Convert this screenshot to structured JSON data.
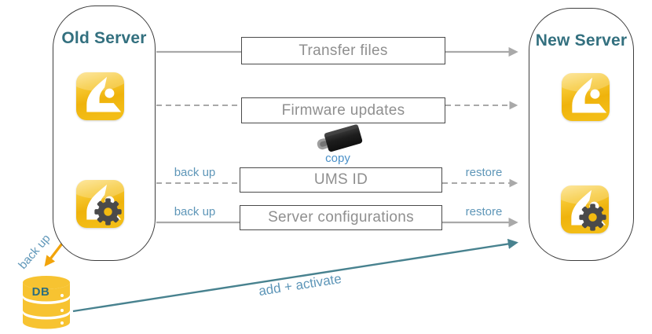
{
  "old_server": {
    "title": "Old Server"
  },
  "new_server": {
    "title": "New Server"
  },
  "steps": [
    {
      "label": "Transfer files",
      "line_style": "solid",
      "left_label": "",
      "right_label": ""
    },
    {
      "label": "Firmware updates",
      "line_style": "dashed",
      "left_label": "",
      "right_label": ""
    },
    {
      "label": "UMS ID",
      "line_style": "dashed",
      "left_label": "back up",
      "right_label": "restore"
    },
    {
      "label": "Server configurations",
      "line_style": "solid",
      "left_label": "back up",
      "right_label": "restore"
    }
  ],
  "usb_label": "copy",
  "db": {
    "label": "DB",
    "backup_label": "back up"
  },
  "migration_label": "add + activate",
  "colors": {
    "title_teal": "#33707f",
    "label_blue": "#5e96b8",
    "copy_blue": "#4a90c8",
    "line_gray": "#a9a9a9",
    "arrow_orange": "#f2a40b",
    "migration_teal": "#48828f",
    "igel_yellow": "#f3bc17",
    "db_yellow": "#f7c331",
    "gear_gray": "#4a4a4a",
    "box_text_gray": "#8f8f8f"
  }
}
